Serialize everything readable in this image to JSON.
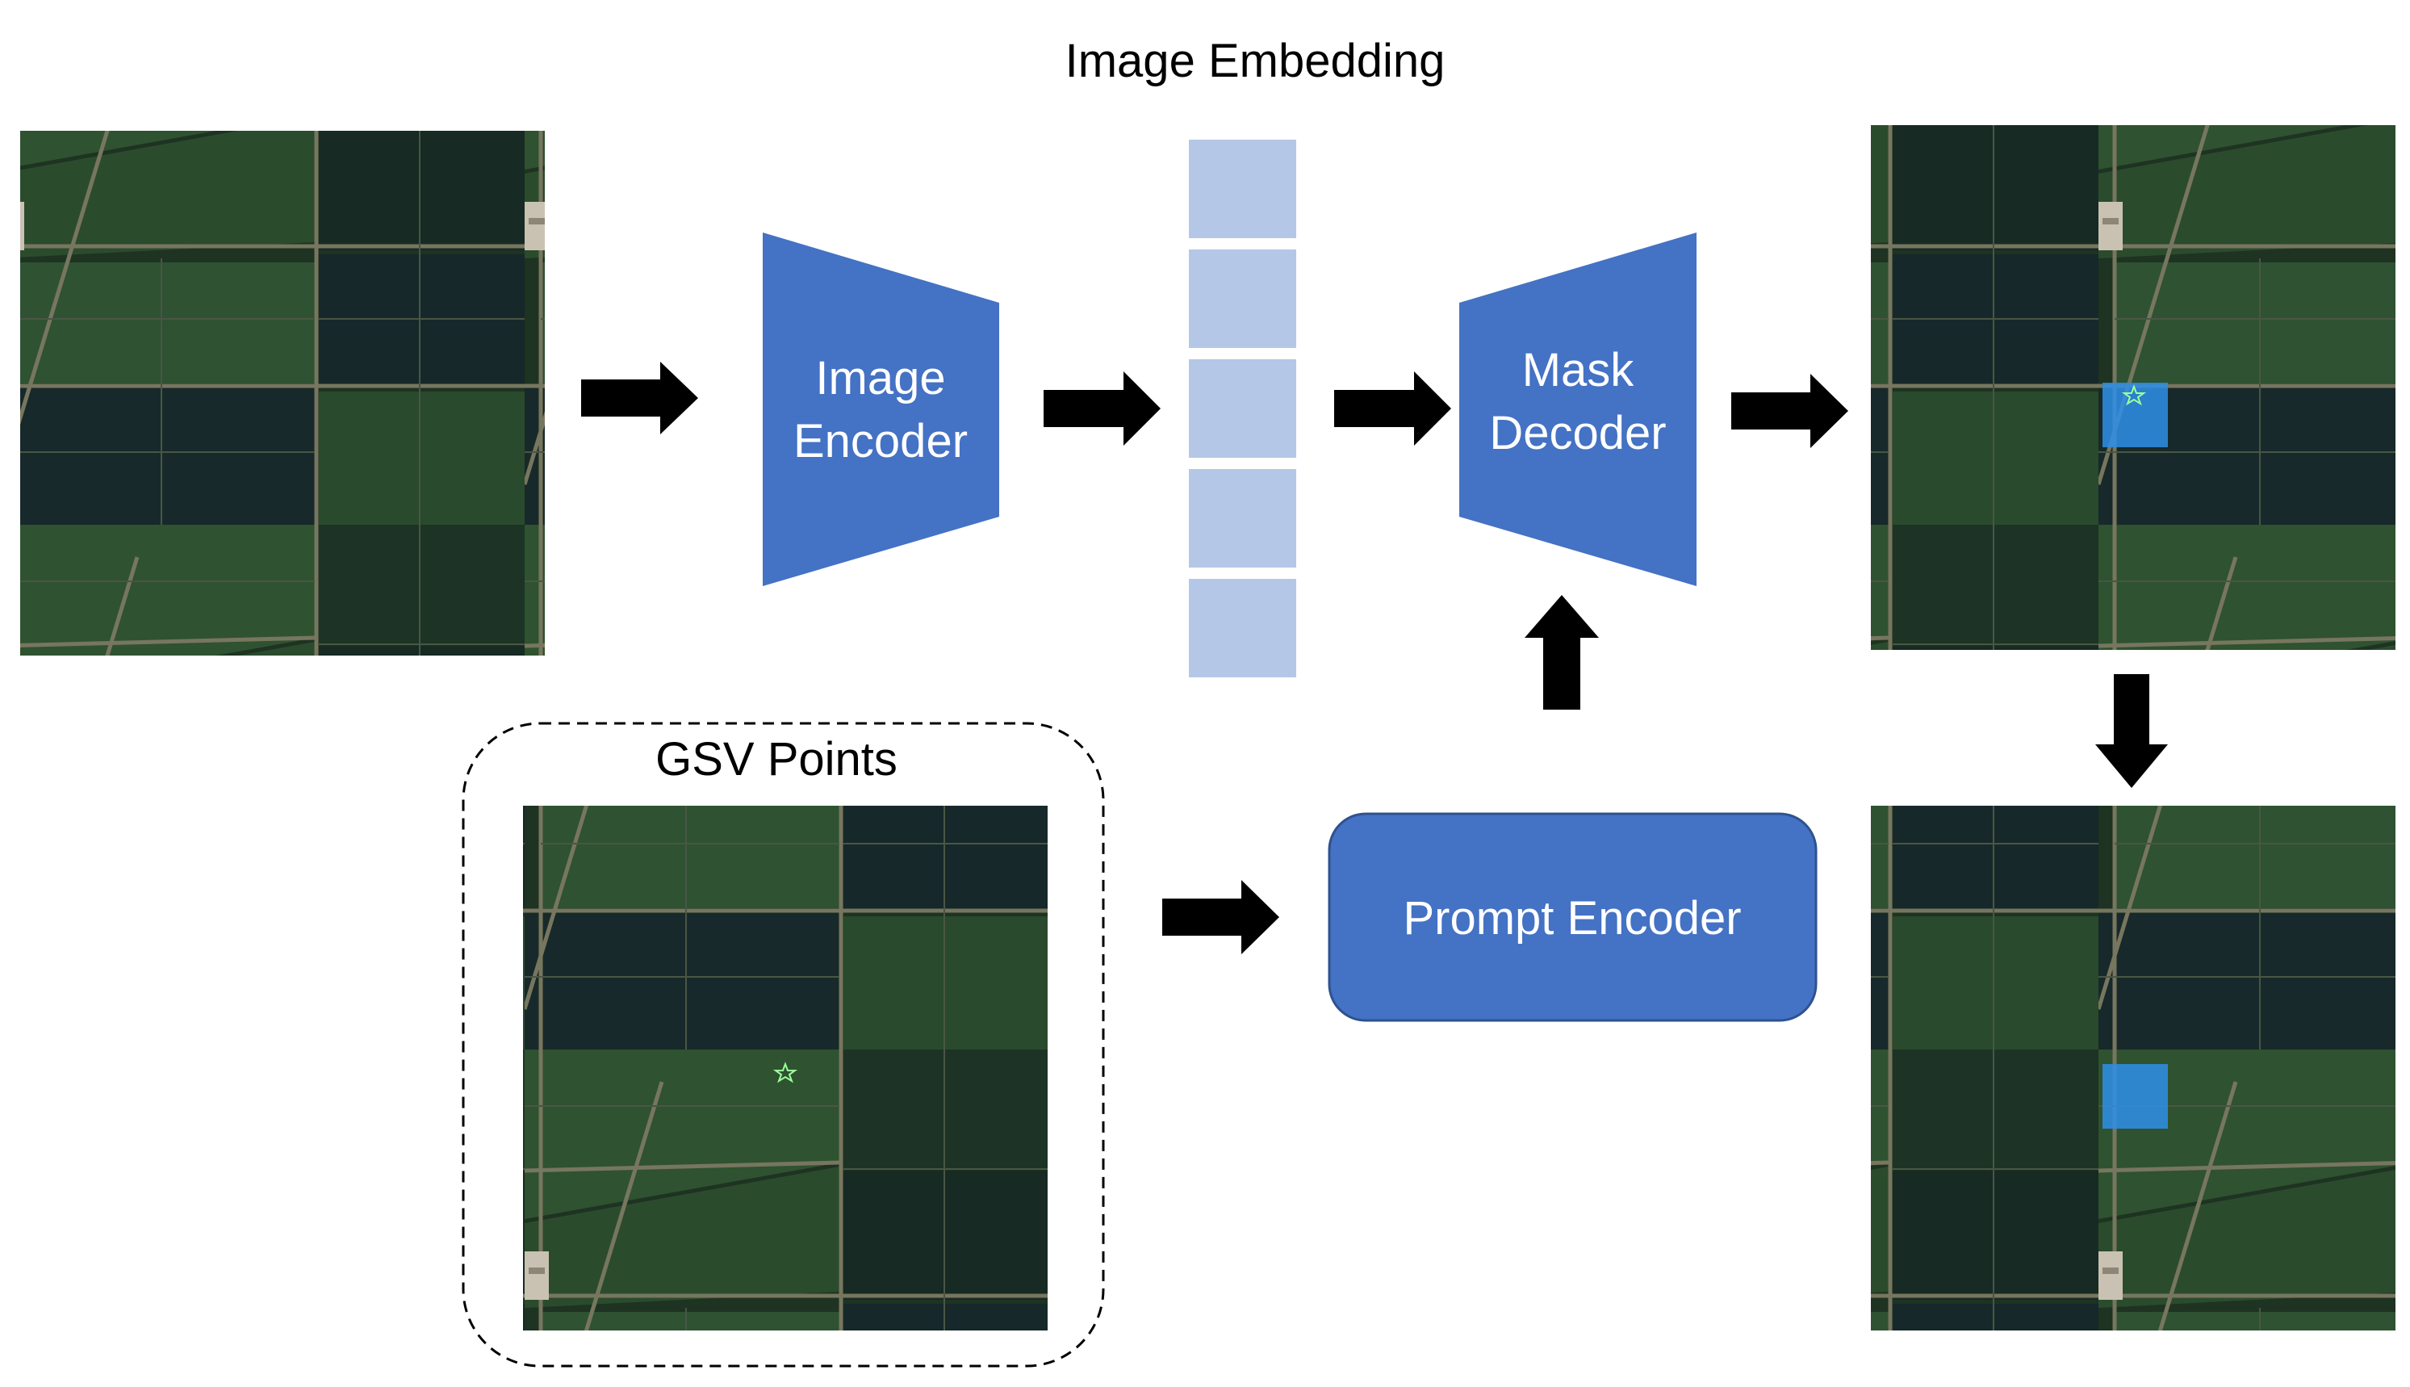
{
  "title": "Image Embedding",
  "encoder_label": [
    "Image",
    "Encoder"
  ],
  "decoder_label": [
    "Mask",
    "Decoder"
  ],
  "prompt_label": "Prompt Encoder",
  "gsv_label": "GSV Points",
  "colors": {
    "block": "#4472c4",
    "block_stroke": "#2f528f",
    "embedding": "#b4c7e7",
    "arrow": "#000000",
    "mask": "#2e8fe8",
    "point_star": "#9dff9d",
    "field_dark": "#1a2a22",
    "field_green": "#2a4a2a",
    "road": "#6b6a55"
  },
  "icons": {
    "input_image": "satellite-image",
    "point": "star-icon",
    "arrow": "arrow-icon"
  }
}
